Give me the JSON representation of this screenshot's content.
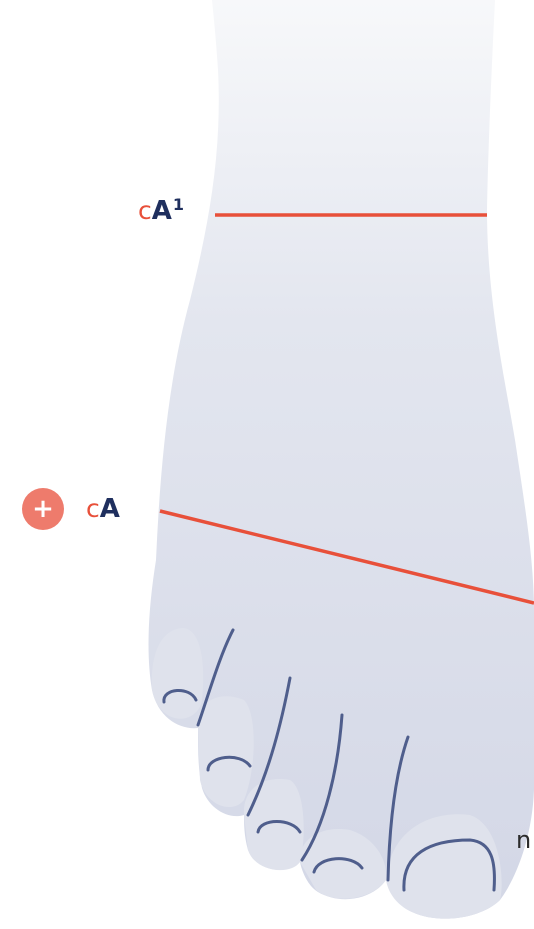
{
  "measurements": [
    {
      "id": "upper",
      "prefix": "c",
      "name": "A",
      "superscript": "1"
    },
    {
      "id": "lower",
      "prefix": "c",
      "name": "A",
      "superscript": ""
    }
  ],
  "add_button": {
    "symbol": "+"
  },
  "edge_text": "n",
  "colors": {
    "line": "#e8503a",
    "label_prefix": "#e8503a",
    "label_main": "#1f2f5e",
    "foot_top": "#f4f5f8",
    "foot_bottom": "#d6d9e7",
    "toe_lines": "#4f5e8c",
    "button": "#ee7b6c"
  }
}
